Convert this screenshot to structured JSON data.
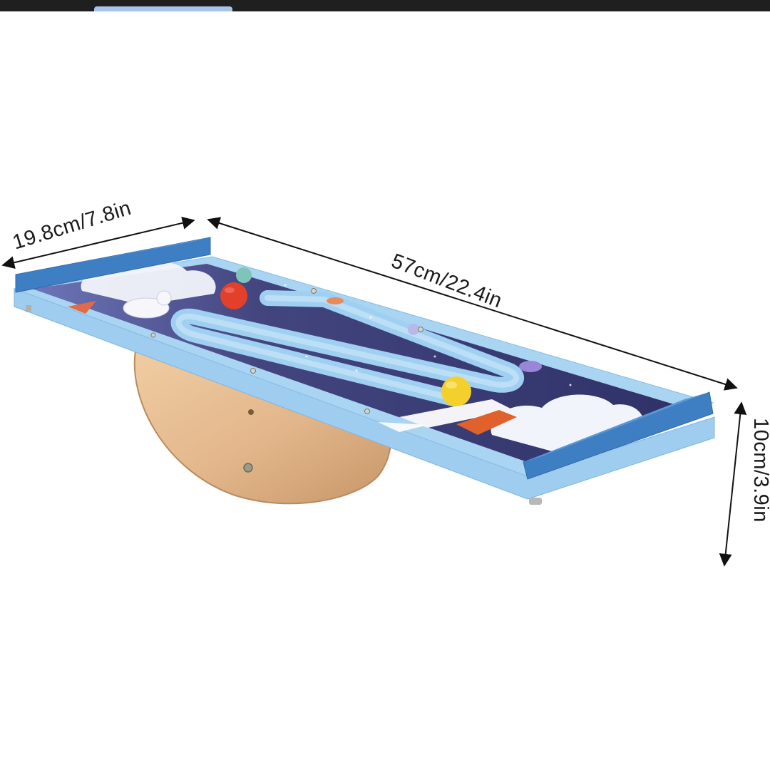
{
  "dimensions": {
    "depth": "19.8cm/7.8in",
    "length": "57cm/22.4in",
    "height": "10cm/3.9in"
  },
  "colors": {
    "board_light_blue": "#a9d4f2",
    "board_dark_blue": "#3e7fc4",
    "space_background": "#3d3f7a",
    "wood": "#e2b68a",
    "ball_red": "#e2402a",
    "ball_yellow": "#f4d02c"
  }
}
